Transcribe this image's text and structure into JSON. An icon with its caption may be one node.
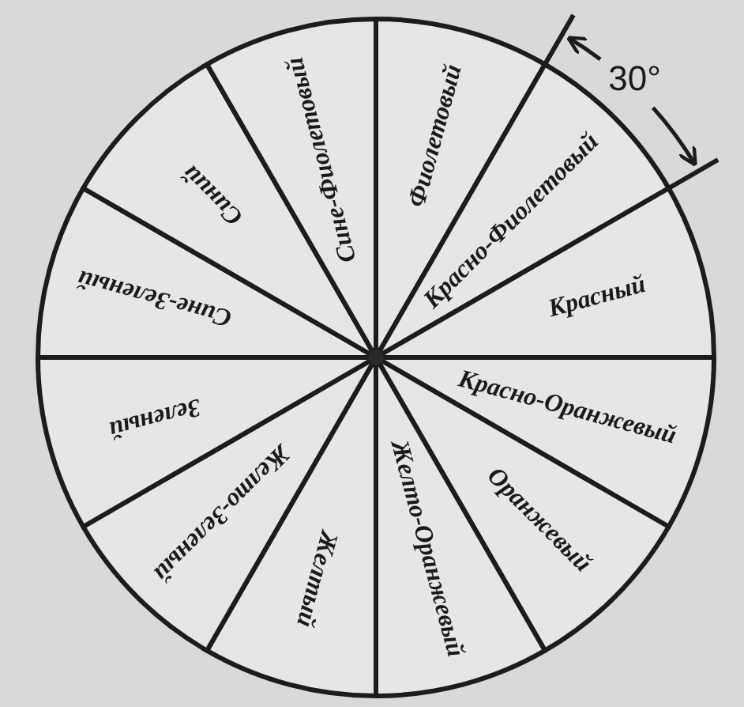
{
  "diagram": {
    "nodes": [
      {
        "text": [
          "Фиолетовый"
        ]
      },
      {
        "text": [
          "Красно-Фиолетовый"
        ]
      },
      {
        "text": [
          "Красный"
        ]
      },
      {
        "text": [
          "Красно-Оранжевый"
        ]
      },
      {
        "text": [
          "Оранжевый"
        ]
      },
      {
        "text": [
          "Желто-Оранжевый"
        ]
      },
      {
        "text": [
          "Желтый"
        ]
      },
      {
        "text": [
          "Желто-Зеленый"
        ]
      },
      {
        "text": [
          "Зеленый"
        ]
      },
      {
        "text": [
          "Сине-Зеленый"
        ]
      },
      {
        "text": [
          "Синий"
        ]
      },
      {
        "text": [
          "Сине-Фиолетовый"
        ]
      }
    ],
    "labels": [
      "30°"
    ]
  }
}
